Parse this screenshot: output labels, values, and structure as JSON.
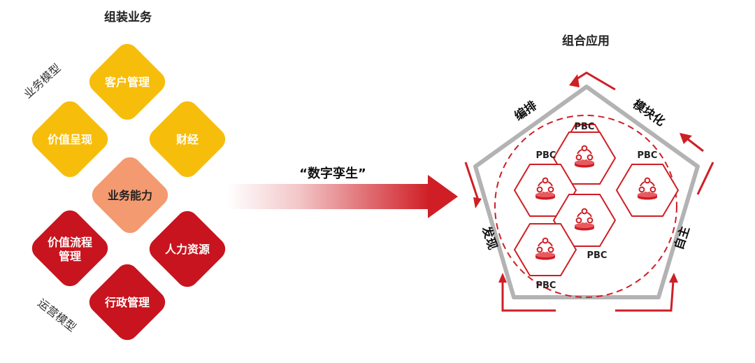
{
  "left": {
    "title": "组装业务",
    "side_top": "业务模型",
    "side_bottom": "运营模型",
    "tiles": {
      "customer": "客户管理",
      "value_present": "价值呈现",
      "finance": "财经",
      "capability": "业务能力",
      "value_flow_1": "价值流程",
      "value_flow_2": "管理",
      "hr": "人力资源",
      "admin": "行政管理"
    }
  },
  "arrow": {
    "label": "“数字孪生”"
  },
  "right": {
    "title": "组合应用",
    "edges": {
      "orchestrate": "编排",
      "modular": "模块化",
      "discover": "发现",
      "autonomy": "自主"
    },
    "pbc_label": "PBC"
  },
  "colors": {
    "yellow": "#f7bd0b",
    "salmon": "#f49a70",
    "red": "#c8141e",
    "arrow_red": "#cf1e25",
    "pentagon_gray": "#b3b3b3"
  }
}
